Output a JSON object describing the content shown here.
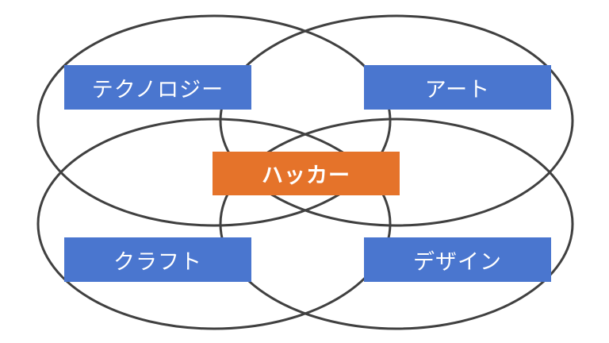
{
  "diagram": {
    "domains": [
      {
        "id": "technology",
        "label": "テクノロジー",
        "color": "#4a76cf"
      },
      {
        "id": "art",
        "label": "アート",
        "color": "#4a76cf"
      },
      {
        "id": "craft",
        "label": "クラフト",
        "color": "#4a76cf"
      },
      {
        "id": "design",
        "label": "デザイン",
        "color": "#4a76cf"
      }
    ],
    "center": {
      "label": "ハッカー",
      "color": "#e5732a"
    },
    "stroke_color": "#404040"
  }
}
